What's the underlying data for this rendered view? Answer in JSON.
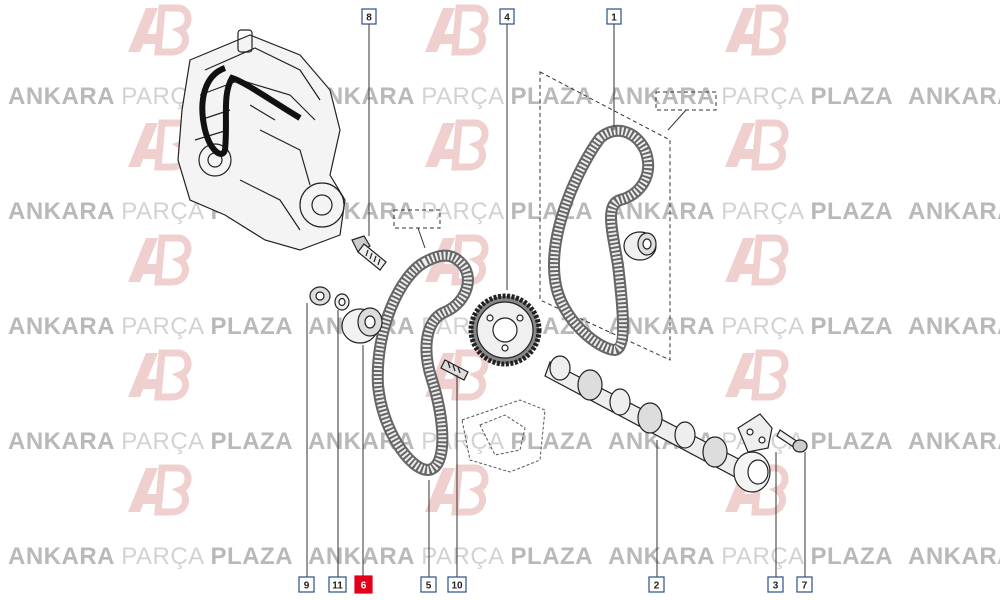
{
  "watermark": {
    "brand": "ANKARA",
    "middle": "PARÇA",
    "end": "PLAZA",
    "color_dark": "#b9b9b9",
    "color_light": "#d2d2d2",
    "logo_color": "#f0cfcf"
  },
  "callouts": [
    {
      "id": "8",
      "highlighted": false
    },
    {
      "id": "4",
      "highlighted": false
    },
    {
      "id": "1",
      "highlighted": false
    },
    {
      "id": "9",
      "highlighted": false
    },
    {
      "id": "11",
      "highlighted": false
    },
    {
      "id": "6",
      "highlighted": true
    },
    {
      "id": "5",
      "highlighted": false
    },
    {
      "id": "10",
      "highlighted": false
    },
    {
      "id": "2",
      "highlighted": false
    },
    {
      "id": "3",
      "highlighted": false
    },
    {
      "id": "7",
      "highlighted": false
    }
  ],
  "colors": {
    "line": "#222222",
    "callout_border": "#2a4f8a",
    "highlight": "#e2001a",
    "highlight_text": "#ffffff"
  }
}
